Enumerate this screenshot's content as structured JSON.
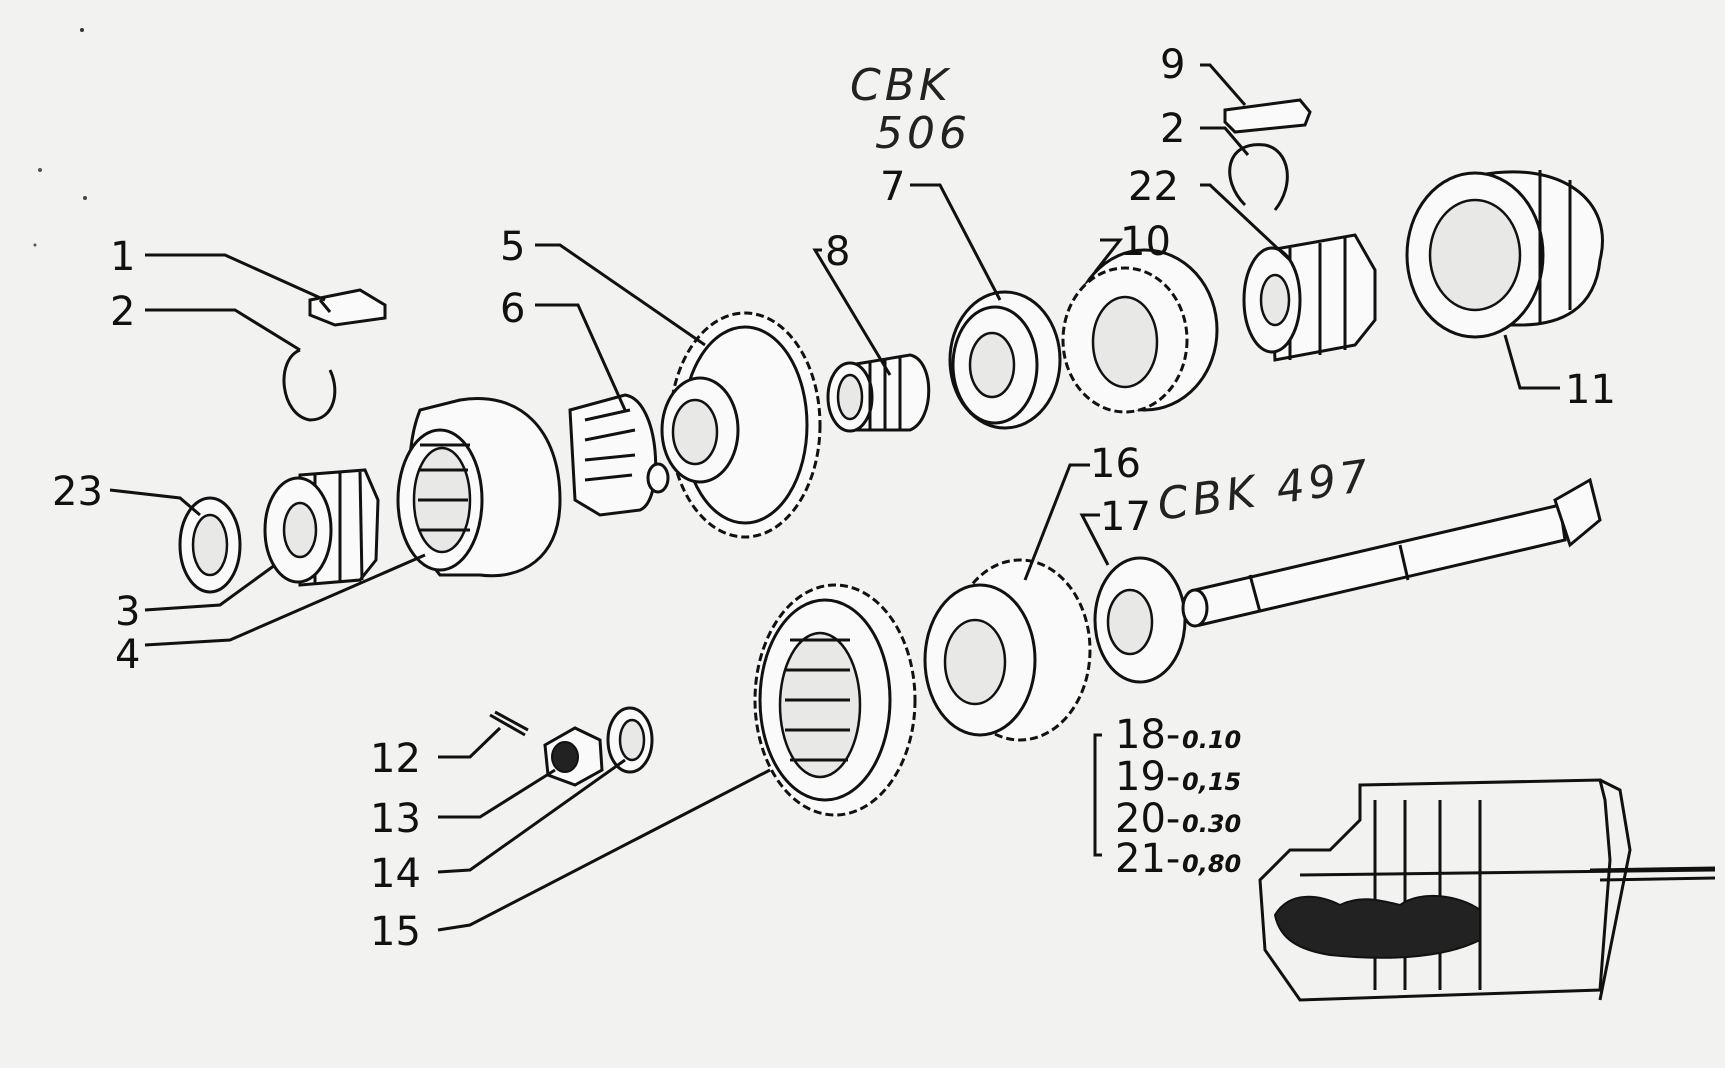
{
  "labels": {
    "l1": "1",
    "l2a": "2",
    "l2b": "2",
    "l3": "3",
    "l4": "4",
    "l5": "5",
    "l6": "6",
    "l7": "7",
    "l8": "8",
    "l9": "9",
    "l10": "10",
    "l11": "11",
    "l12": "12",
    "l13": "13",
    "l14": "14",
    "l15": "15",
    "l16": "16",
    "l17": "17",
    "l18": "18-",
    "l19": "19-",
    "l20": "20-",
    "l21": "21-",
    "l22": "22",
    "l23": "23"
  },
  "shims": {
    "s18": "0.10",
    "s19": "0,15",
    "s20": "0.30",
    "s21": "0,80"
  },
  "handwritten": {
    "upper_line1": "CBK",
    "upper_line2": "506",
    "lower": "CBK 497"
  }
}
